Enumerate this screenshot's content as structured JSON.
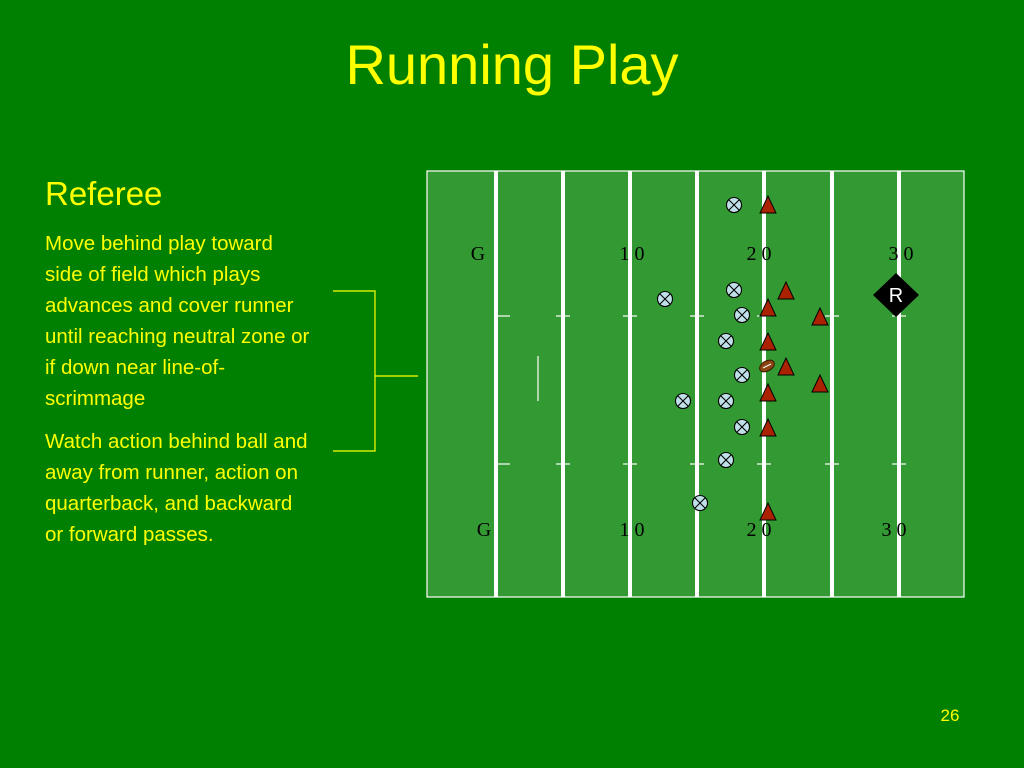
{
  "slide": {
    "title": "Running Play",
    "heading": "Referee",
    "paragraphs": [
      "Move behind play toward side of field which plays advances and cover runner until reaching neutral zone or if down near line-of-scrimmage",
      "Watch action behind ball and away from runner, action on quarterback, and backward or forward passes."
    ],
    "page_number": "26"
  },
  "field": {
    "top_labels": [
      "G",
      "1 0",
      "2 0",
      "3 0"
    ],
    "bottom_labels": [
      "G",
      "1 0",
      "2 0",
      "3 0"
    ],
    "referee_marker": "R"
  },
  "colors": {
    "background": "#008000",
    "field": "#339933",
    "text": "#ffff00",
    "offense": "#aa2200",
    "defense": "#bfe0e8"
  }
}
